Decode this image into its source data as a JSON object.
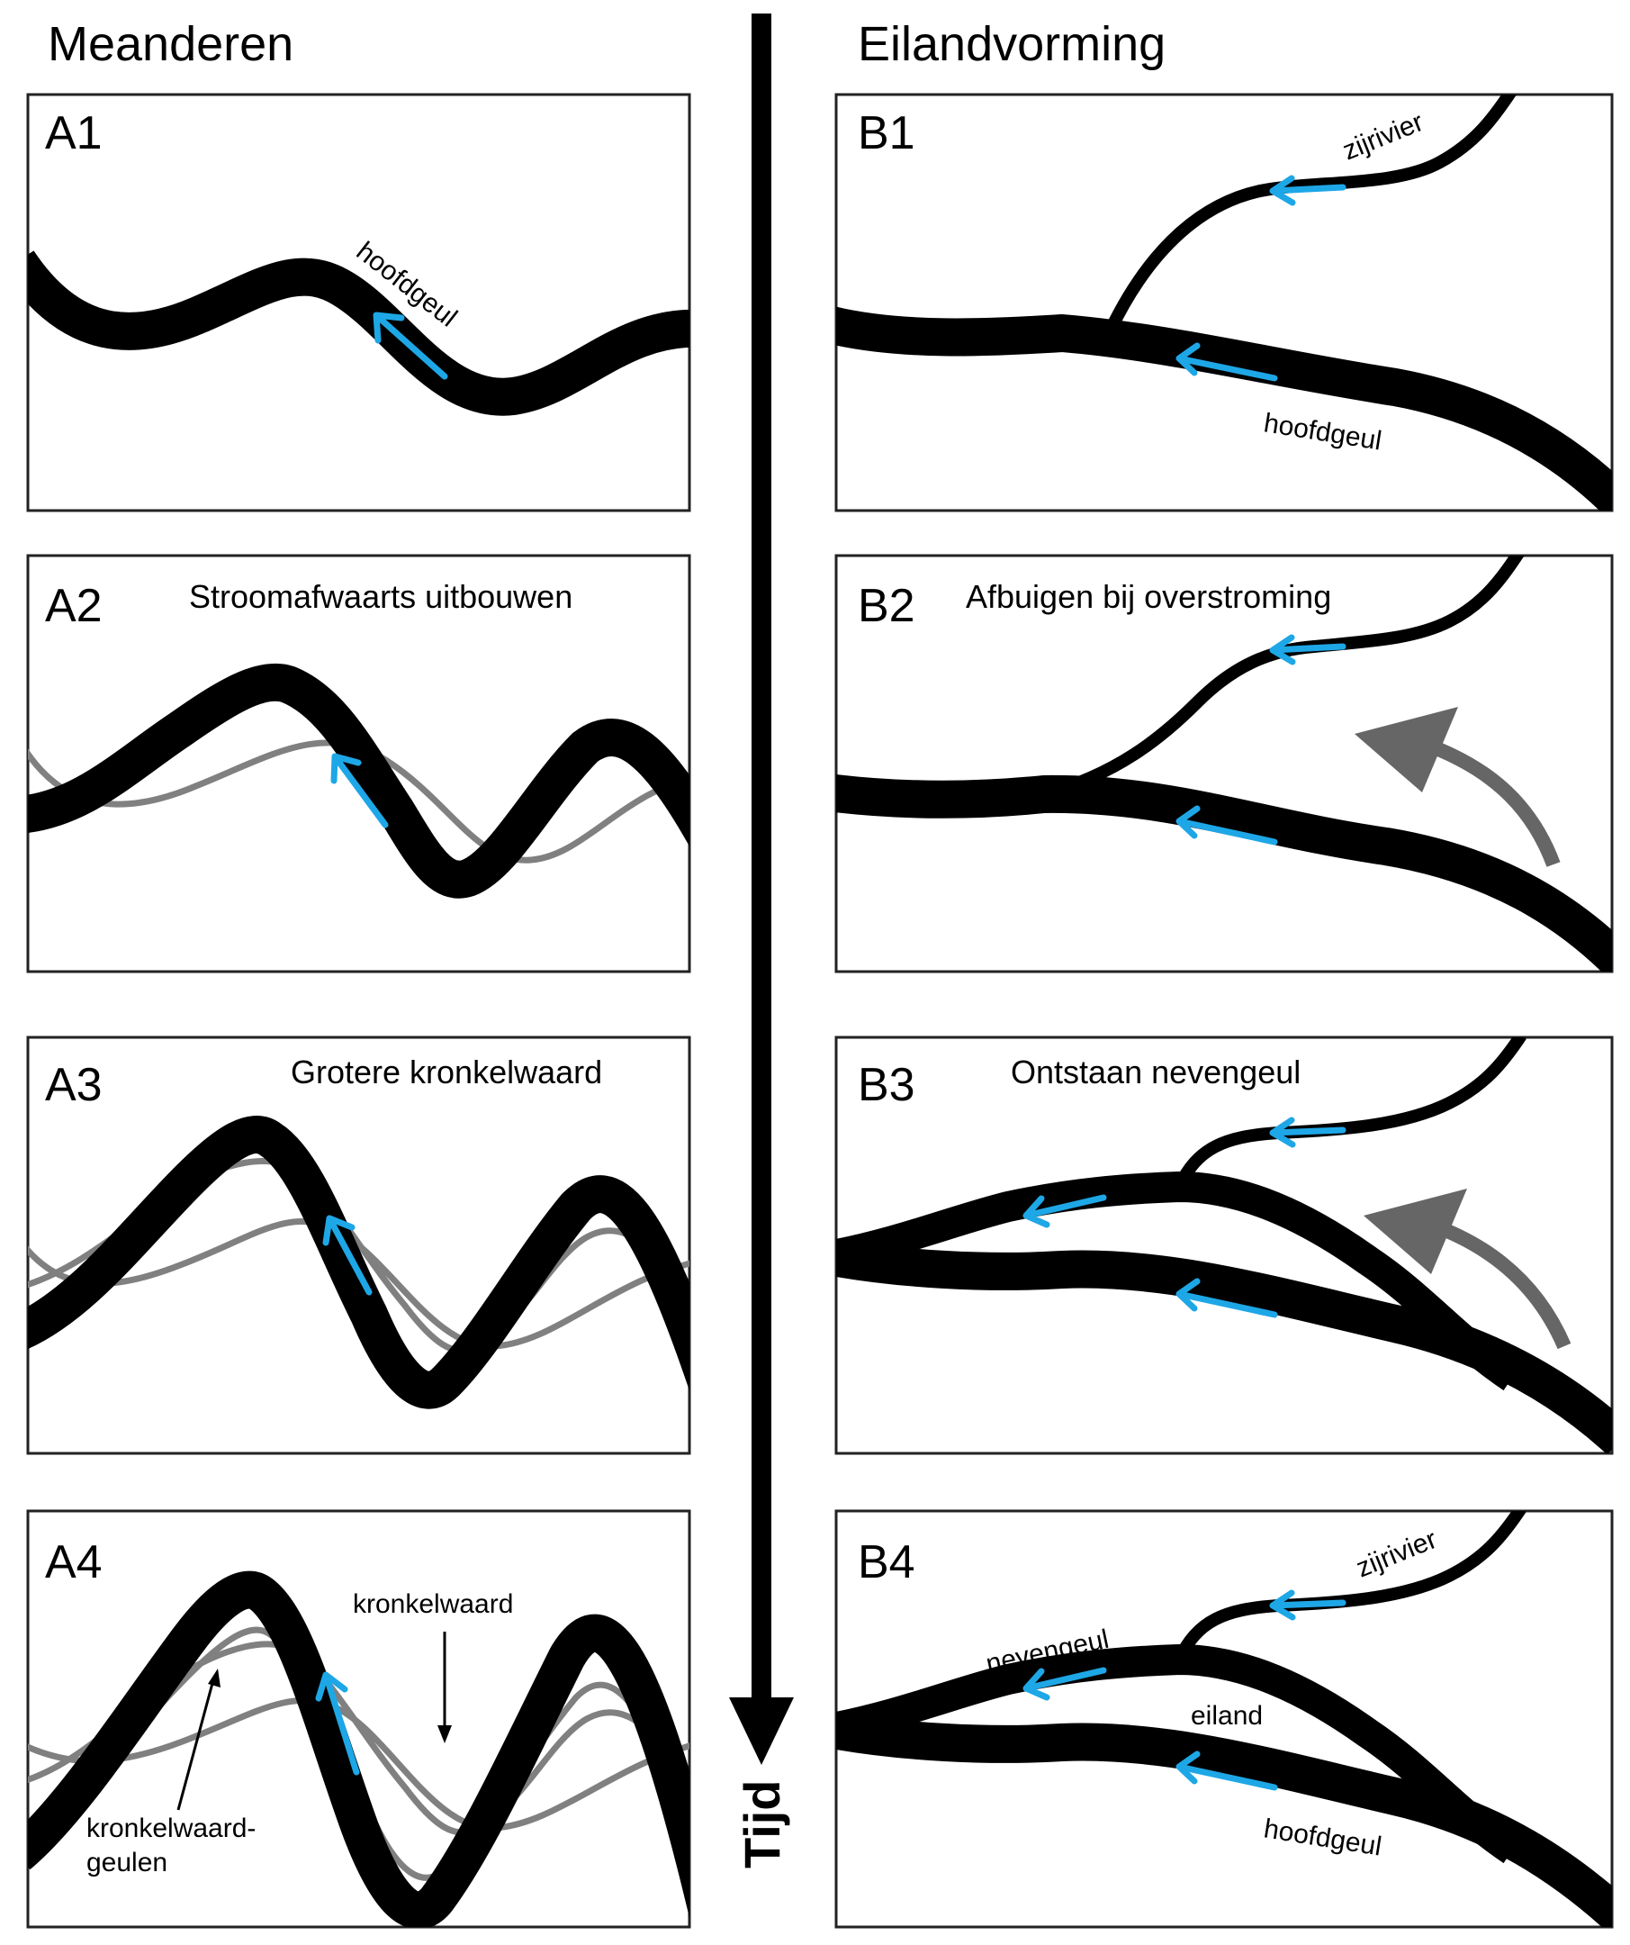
{
  "titles": {
    "left": "Meanderen",
    "right": "Eilandvorming",
    "time": "Tijd"
  },
  "panels": {
    "A1": {
      "id": "A1",
      "caption": "",
      "labels": {
        "hoofdgeul": "hoofdgeul"
      }
    },
    "A2": {
      "id": "A2",
      "caption": "Stroomafwaarts uitbouwen"
    },
    "A3": {
      "id": "A3",
      "caption": "Grotere kronkelwaard"
    },
    "A4": {
      "id": "A4",
      "caption": "",
      "labels": {
        "kronkelwaard": "kronkelwaard",
        "geulen_1": "kronkelwaard-",
        "geulen_2": "geulen"
      }
    },
    "B1": {
      "id": "B1",
      "caption": "",
      "labels": {
        "zijrivier": "zijrivier",
        "hoofdgeul": "hoofdgeul"
      }
    },
    "B2": {
      "id": "B2",
      "caption": "Afbuigen bij overstroming"
    },
    "B3": {
      "id": "B3",
      "caption": "Ontstaan nevengeul"
    },
    "B4": {
      "id": "B4",
      "caption": "",
      "labels": {
        "zijrivier": "zijrivier",
        "nevengeul": "nevengeul",
        "eiland": "eiland",
        "hoofdgeul": "hoofdgeul"
      }
    }
  },
  "colors": {
    "river": "#000000",
    "previous_channel": "#808080",
    "flow_arrow": "#1ea7e6",
    "overflow_arrow": "#666666"
  },
  "icons": [
    "flow-arrow-icon",
    "time-arrow-icon",
    "overflow-arrow-icon"
  ]
}
